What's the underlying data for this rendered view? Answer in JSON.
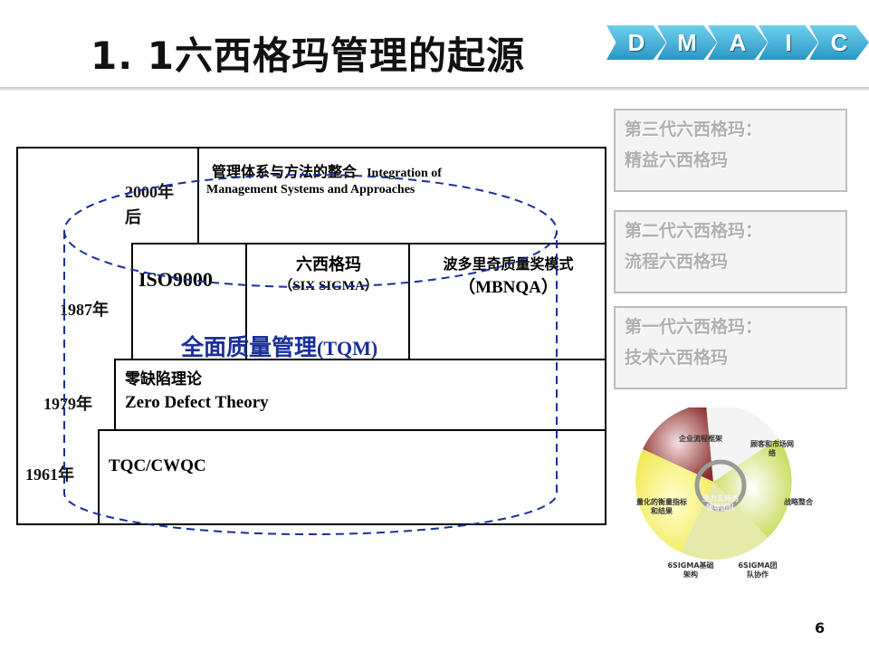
{
  "title": "1. 1六西格玛管理的起源",
  "dmaic": [
    "D",
    "M",
    "A",
    "I",
    "C"
  ],
  "diagram": {
    "boxes": {
      "top_cn": "管理体系与方法的整合",
      "top_en1": "Integration of",
      "top_en2": "Management Systems and Approaches",
      "iso": "ISO9000",
      "six_cn": "六西格玛",
      "six_en": "（SIX SIGMA）",
      "mbnqa_cn": "波多里奇质量奖模式",
      "mbnqa_en": "（MBNQA）",
      "tqm_cn": "全面质量管理",
      "tqm_en": "(TQM)",
      "zd_cn": "零缺陷理论",
      "zd_en": "Zero Defect Theory",
      "tqc": "TQC/CWQC"
    },
    "years": {
      "y2000": "2000年",
      "y2000b": "后",
      "y1987": "1987年",
      "y1979": "1979年",
      "y1961": "1961年"
    }
  },
  "generations": [
    {
      "line1": "第三代六西格玛：",
      "line2": "精益六西格玛"
    },
    {
      "line1": "第二代六西格玛：",
      "line2": "流程六西格玛"
    },
    {
      "line1": "第一代六西格玛：",
      "line2": "技术六西格玛"
    }
  ],
  "pie": {
    "labels": {
      "top": "企业流程框架",
      "right_top": "顾客和市场网络",
      "right": "战略整合",
      "bottom_right": "6SIGMA团队协作",
      "bottom_left": "6SIGMA基础架构",
      "left": "量化的衡量指标和结果",
      "center": "全力支持的领导团队"
    },
    "colors": {
      "top": "#8a2c2c",
      "top_right": "#f2f2f2",
      "right": "#c8dc55",
      "bottom": "#e6eaa8",
      "left": "#f5f07a",
      "left_top": "#ffffff"
    }
  },
  "page_number": "6"
}
